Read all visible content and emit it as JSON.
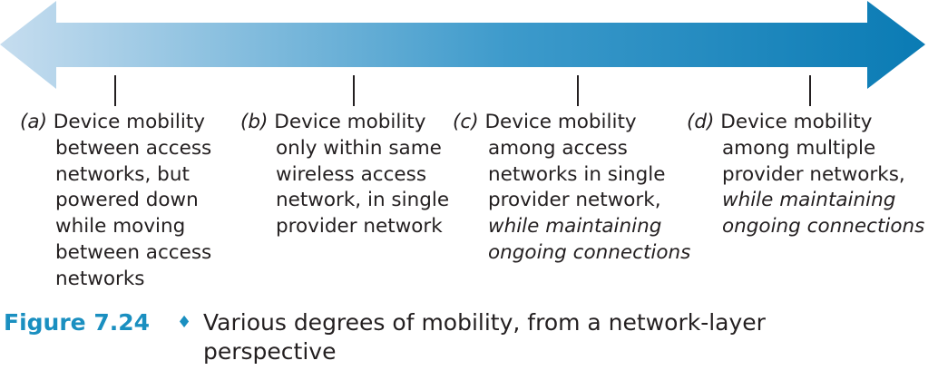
{
  "colors": {
    "arrow_start": "#c6ddef",
    "arrow_end": "#0a7bb4",
    "accent": "#1a8fc0"
  },
  "items": [
    {
      "tag": "(a)",
      "lines": [
        "Device mobility",
        "between access",
        "networks, but",
        "powered down",
        "while moving",
        "between access",
        "networks"
      ],
      "italic_lines": []
    },
    {
      "tag": "(b)",
      "lines": [
        "Device mobility",
        "only within same",
        "wireless access",
        "network, in single",
        "provider network"
      ],
      "italic_lines": []
    },
    {
      "tag": "(c)",
      "lines": [
        "Device mobility",
        "among access",
        "networks in single",
        "provider network,"
      ],
      "italic_lines": [
        "while maintaining",
        "ongoing connections"
      ]
    },
    {
      "tag": "(d)",
      "lines": [
        "Device mobility",
        "among multiple",
        "provider networks,"
      ],
      "italic_lines": [
        "while maintaining",
        "ongoing connections"
      ]
    }
  ],
  "caption": {
    "label": "Figure 7.24",
    "diamond": "♦",
    "text": "Various degrees of mobility, from a network-layer perspective"
  }
}
